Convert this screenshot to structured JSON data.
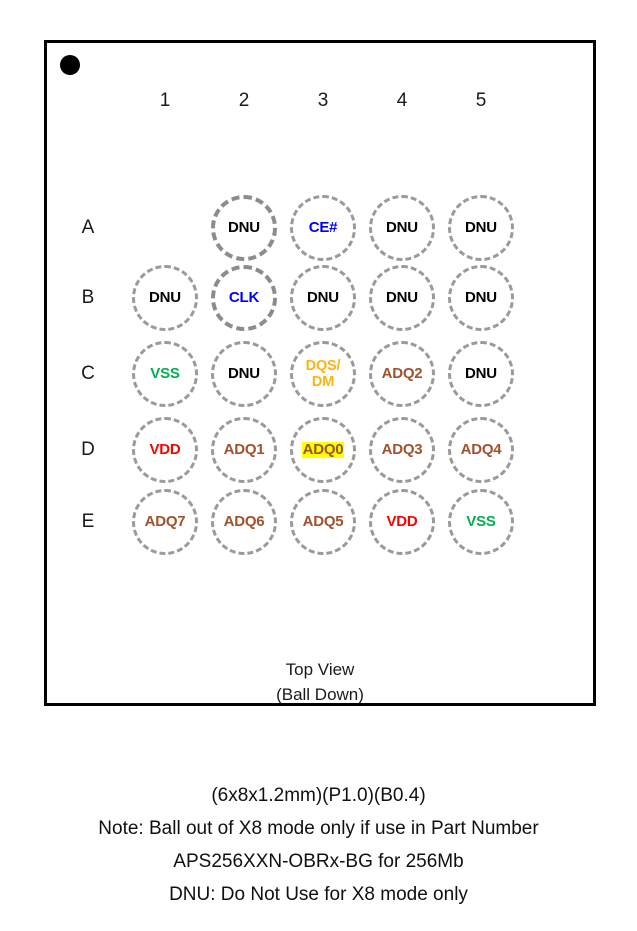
{
  "package": {
    "pin1_indicator": "pin1-dot",
    "column_headers": [
      "1",
      "2",
      "3",
      "4",
      "5"
    ],
    "row_headers": [
      "A",
      "B",
      "C",
      "D",
      "E"
    ],
    "view_caption": {
      "line1": "Top View",
      "line2": "(Ball Down)"
    },
    "balls": [
      {
        "row": "A",
        "col": "1",
        "label": "",
        "present": false,
        "color": "",
        "highlight": false,
        "emphasis": false
      },
      {
        "row": "A",
        "col": "2",
        "label": "DNU",
        "present": true,
        "color": "#000000",
        "highlight": false,
        "emphasis": true
      },
      {
        "row": "A",
        "col": "3",
        "label": "CE#",
        "present": true,
        "color": "#0000FF",
        "highlight": false,
        "emphasis": false
      },
      {
        "row": "A",
        "col": "4",
        "label": "DNU",
        "present": true,
        "color": "#000000",
        "highlight": false,
        "emphasis": false
      },
      {
        "row": "A",
        "col": "5",
        "label": "DNU",
        "present": true,
        "color": "#000000",
        "highlight": false,
        "emphasis": false
      },
      {
        "row": "B",
        "col": "1",
        "label": "DNU",
        "present": true,
        "color": "#000000",
        "highlight": false,
        "emphasis": false
      },
      {
        "row": "B",
        "col": "2",
        "label": "CLK",
        "present": true,
        "color": "#0000FF",
        "highlight": false,
        "emphasis": true
      },
      {
        "row": "B",
        "col": "3",
        "label": "DNU",
        "present": true,
        "color": "#000000",
        "highlight": false,
        "emphasis": false
      },
      {
        "row": "B",
        "col": "4",
        "label": "DNU",
        "present": true,
        "color": "#000000",
        "highlight": false,
        "emphasis": false
      },
      {
        "row": "B",
        "col": "5",
        "label": "DNU",
        "present": true,
        "color": "#000000",
        "highlight": false,
        "emphasis": false
      },
      {
        "row": "C",
        "col": "1",
        "label": "VSS",
        "present": true,
        "color": "#00B050",
        "highlight": false,
        "emphasis": false
      },
      {
        "row": "C",
        "col": "2",
        "label": "DNU",
        "present": true,
        "color": "#000000",
        "highlight": false,
        "emphasis": false
      },
      {
        "row": "C",
        "col": "3",
        "label": "DQS/\nDM",
        "present": true,
        "color": "#FFB310",
        "highlight": false,
        "emphasis": false,
        "two_line": true
      },
      {
        "row": "C",
        "col": "4",
        "label": "ADQ2",
        "present": true,
        "color": "#A0522D",
        "highlight": false,
        "emphasis": false
      },
      {
        "row": "C",
        "col": "5",
        "label": "DNU",
        "present": true,
        "color": "#000000",
        "highlight": false,
        "emphasis": false
      },
      {
        "row": "D",
        "col": "1",
        "label": "VDD",
        "present": true,
        "color": "#FF0000",
        "highlight": false,
        "emphasis": false
      },
      {
        "row": "D",
        "col": "2",
        "label": "ADQ1",
        "present": true,
        "color": "#A0522D",
        "highlight": false,
        "emphasis": false
      },
      {
        "row": "D",
        "col": "3",
        "label": "ADQ0",
        "present": true,
        "color": "#A0522D",
        "highlight": true,
        "emphasis": false
      },
      {
        "row": "D",
        "col": "4",
        "label": "ADQ3",
        "present": true,
        "color": "#A0522D",
        "highlight": false,
        "emphasis": false
      },
      {
        "row": "D",
        "col": "5",
        "label": "ADQ4",
        "present": true,
        "color": "#A0522D",
        "highlight": false,
        "emphasis": false
      },
      {
        "row": "E",
        "col": "1",
        "label": "ADQ7",
        "present": true,
        "color": "#A0522D",
        "highlight": false,
        "emphasis": false
      },
      {
        "row": "E",
        "col": "2",
        "label": "ADQ6",
        "present": true,
        "color": "#A0522D",
        "highlight": false,
        "emphasis": false
      },
      {
        "row": "E",
        "col": "3",
        "label": "ADQ5",
        "present": true,
        "color": "#A0522D",
        "highlight": false,
        "emphasis": false
      },
      {
        "row": "E",
        "col": "4",
        "label": "VDD",
        "present": true,
        "color": "#FF0000",
        "highlight": false,
        "emphasis": false
      },
      {
        "row": "E",
        "col": "5",
        "label": "VSS",
        "present": true,
        "color": "#00B050",
        "highlight": false,
        "emphasis": false
      }
    ]
  },
  "notes": {
    "line1": "(6x8x1.2mm)(P1.0)(B0.4)",
    "line2": "Note: Ball out of X8 mode only if use in Part Number",
    "line3": "APS256XXN-OBRx-BG for 256Mb",
    "line4": "DNU: Do Not Use for X8 mode only"
  },
  "colors": {
    "outline": "#000000",
    "ball_border": "#9a9a9a",
    "highlight": "#ffff00",
    "signal_blue": "#0000FF",
    "signal_green": "#00B050",
    "signal_red": "#FF0000",
    "signal_brown": "#A0522D",
    "signal_orange": "#FFB310",
    "dnu_black": "#000000"
  },
  "layout": {
    "col_x": [
      162,
      241,
      320,
      399,
      478
    ],
    "row_y": [
      225,
      295,
      371,
      447,
      519
    ]
  }
}
